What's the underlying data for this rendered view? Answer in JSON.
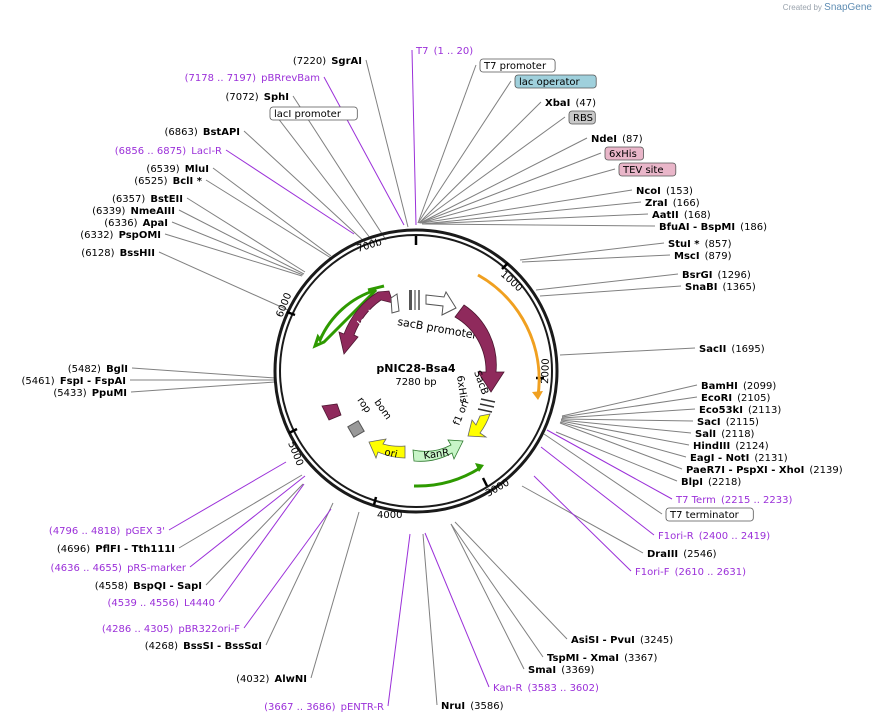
{
  "credit": {
    "prefix": "Created by",
    "brand": "SnapGene"
  },
  "plasmid": {
    "name": "pNIC28-Bsa4",
    "length": "7280 bp"
  },
  "backbone_ticks": [
    "700b",
    "1000",
    "2000",
    "3000",
    "4000",
    "5000",
    "6000"
  ],
  "features": {
    "lacI": "lacI",
    "sacB_promoter": "sacB promoter",
    "sacB": "SacB",
    "sixhis": "6xHis",
    "f1ori": "f1 ori",
    "kanR": "KanR",
    "ori": "ori",
    "rop": "rop",
    "bom": "bom"
  },
  "labels": [
    {
      "text": "T7",
      "pos": "(1 .. 20)",
      "kind": "primer"
    },
    {
      "text": "T7 promoter",
      "kind": "box"
    },
    {
      "text": "lac operator",
      "kind": "box"
    },
    {
      "text": "XbaI",
      "pos": "(47)",
      "kind": "enzyme"
    },
    {
      "text": "RBS",
      "kind": "box"
    },
    {
      "text": "NdeI",
      "pos": "(87)",
      "kind": "enzyme"
    },
    {
      "text": "6xHis",
      "kind": "box"
    },
    {
      "text": "TEV site",
      "kind": "box"
    },
    {
      "text": "NcoI",
      "pos": "(153)",
      "kind": "enzyme"
    },
    {
      "text": "ZraI",
      "pos": "(166)",
      "kind": "enzyme"
    },
    {
      "text": "AatII",
      "pos": "(168)",
      "kind": "enzyme"
    },
    {
      "text": "BfuAI - BspMI",
      "pos": "(186)",
      "kind": "enzyme"
    },
    {
      "text": "StuI *",
      "pos": "(857)",
      "kind": "enzyme"
    },
    {
      "text": "MscI",
      "pos": "(879)",
      "kind": "enzyme"
    },
    {
      "text": "BsrGI",
      "pos": "(1296)",
      "kind": "enzyme"
    },
    {
      "text": "SnaBI",
      "pos": "(1365)",
      "kind": "enzyme"
    },
    {
      "text": "SacII",
      "pos": "(1695)",
      "kind": "enzyme"
    },
    {
      "text": "BamHI",
      "pos": "(2099)",
      "kind": "enzyme"
    },
    {
      "text": "EcoRI",
      "pos": "(2105)",
      "kind": "enzyme"
    },
    {
      "text": "Eco53kI",
      "pos": "(2113)",
      "kind": "enzyme"
    },
    {
      "text": "SacI",
      "pos": "(2115)",
      "kind": "enzyme"
    },
    {
      "text": "SalI",
      "pos": "(2118)",
      "kind": "enzyme"
    },
    {
      "text": "HindIII",
      "pos": "(2124)",
      "kind": "enzyme"
    },
    {
      "text": "EagI - NotI",
      "pos": "(2131)",
      "kind": "enzyme"
    },
    {
      "text": "PaeR7I - PspXI - XhoI",
      "pos": "(2139)",
      "kind": "enzyme"
    },
    {
      "text": "BlpI",
      "pos": "(2218)",
      "kind": "enzyme"
    },
    {
      "text": "T7 Term",
      "pos": "(2215 .. 2233)",
      "kind": "primer"
    },
    {
      "text": "T7 terminator",
      "kind": "box"
    },
    {
      "text": "F1ori-R",
      "pos": "(2400 .. 2419)",
      "kind": "primer"
    },
    {
      "text": "DraIII",
      "pos": "(2546)",
      "kind": "enzyme"
    },
    {
      "text": "F1ori-F",
      "pos": "(2610 .. 2631)",
      "kind": "primer"
    },
    {
      "text": "AsiSI - PvuI",
      "pos": "(3245)",
      "kind": "enzyme"
    },
    {
      "text": "TspMI - XmaI",
      "pos": "(3367)",
      "kind": "enzyme"
    },
    {
      "text": "SmaI",
      "pos": "(3369)",
      "kind": "enzyme"
    },
    {
      "text": "Kan-R",
      "pos": "(3583 .. 3602)",
      "kind": "primer"
    },
    {
      "text": "NruI",
      "pos": "(3586)",
      "kind": "enzyme"
    },
    {
      "text": "pENTR-R",
      "pos": "(3667 .. 3686)",
      "kind": "primer"
    },
    {
      "text": "AlwNI",
      "pos": "(4032)",
      "kind": "enzyme"
    },
    {
      "text": "BssSI - BssSαI",
      "pos": "(4268)",
      "kind": "enzyme"
    },
    {
      "text": "pBR322ori-F",
      "pos": "(4286 .. 4305)",
      "kind": "primer"
    },
    {
      "text": "L4440",
      "pos": "(4539 .. 4556)",
      "kind": "primer"
    },
    {
      "text": "BspQI - SapI",
      "pos": "(4558)",
      "kind": "enzyme"
    },
    {
      "text": "pRS-marker",
      "pos": "(4636 .. 4655)",
      "kind": "primer"
    },
    {
      "text": "PflFI - Tth111I",
      "pos": "(4696)",
      "kind": "enzyme"
    },
    {
      "text": "pGEX 3'",
      "pos": "(4796 .. 4818)",
      "kind": "primer"
    },
    {
      "text": "PpuMI",
      "pos": "(5433)",
      "kind": "enzyme"
    },
    {
      "text": "FspI - FspAI",
      "pos": "(5461)",
      "kind": "enzyme"
    },
    {
      "text": "BglI",
      "pos": "(5482)",
      "kind": "enzyme"
    },
    {
      "text": "BssHII",
      "pos": "(6128)",
      "kind": "enzyme"
    },
    {
      "text": "PspOMI",
      "pos": "(6332)",
      "kind": "enzyme"
    },
    {
      "text": "ApaI",
      "pos": "(6336)",
      "kind": "enzyme"
    },
    {
      "text": "NmeAIII",
      "pos": "(6339)",
      "kind": "enzyme"
    },
    {
      "text": "BstEII",
      "pos": "(6357)",
      "kind": "enzyme"
    },
    {
      "text": "BclI *",
      "pos": "(6525)",
      "kind": "enzyme"
    },
    {
      "text": "MluI",
      "pos": "(6539)",
      "kind": "enzyme"
    },
    {
      "text": "LacI-R",
      "pos": "(6856 .. 6875)",
      "kind": "primer"
    },
    {
      "text": "BstAPI",
      "pos": "(6863)",
      "kind": "enzyme"
    },
    {
      "text": "lacI promoter",
      "kind": "box"
    },
    {
      "text": "SphI",
      "pos": "(7072)",
      "kind": "enzyme"
    },
    {
      "text": "pBRrevBam",
      "pos": "(7178 .. 7197)",
      "kind": "primer"
    },
    {
      "text": "SgrAI",
      "pos": "(7220)",
      "kind": "enzyme"
    }
  ],
  "colors": {
    "primer": "#9b30d9",
    "sacB": "#8f2a5c",
    "lacI": "#8f2a5c",
    "kanR": "#c8f5c8",
    "ori": "#ffff00",
    "green_arrow": "#2e9a00",
    "orange_arrow": "#f0a020",
    "lac_operator_box": "#9fd0dc",
    "rbs_box": "#c8c8c8",
    "his_box": "#e9b6c9"
  }
}
